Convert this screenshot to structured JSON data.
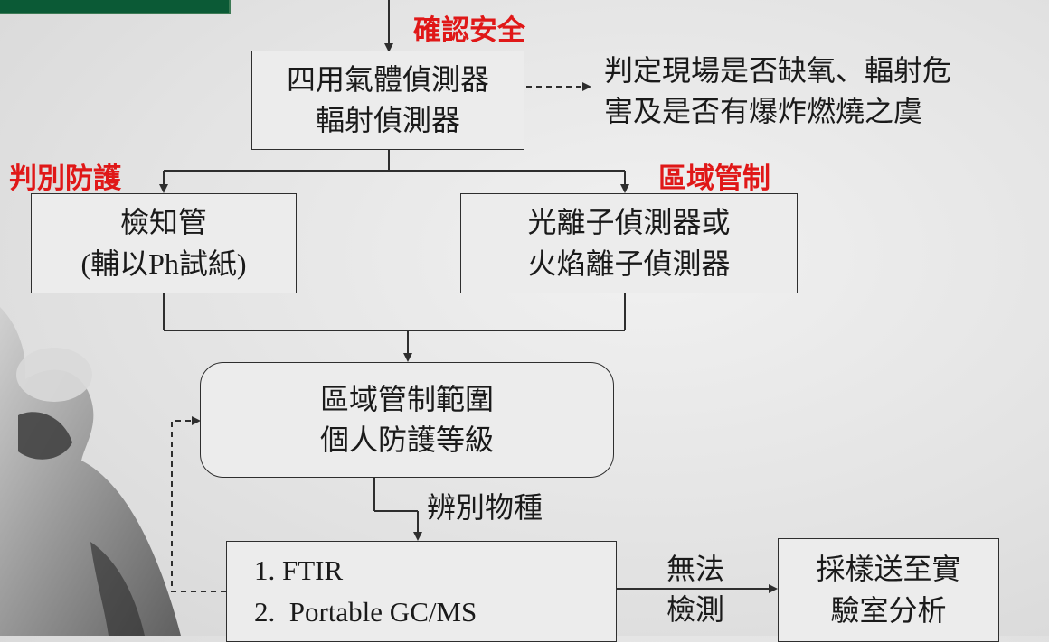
{
  "labels": {
    "confirm_safety": "確認安全",
    "identify_protection": "判別防護",
    "zone_control": "區域管制",
    "identify_substance": "辨別物種"
  },
  "nodes": {
    "gas_detector": [
      "四用氣體偵測器",
      "輻射偵測器"
    ],
    "hazard_note": [
      "判定現場是否缺氧、輻射危",
      "害及是否有爆炸燃燒之虞"
    ],
    "detector_tube": [
      "檢知管",
      "(輔以Ph試紙)"
    ],
    "ion_detector": [
      "光離子偵測器或",
      "火焰離子偵測器"
    ],
    "zone_level": [
      "區域管制範圍",
      "個人防護等級"
    ],
    "instruments": [
      "1. FTIR",
      "2.  Portable GC/MS"
    ],
    "cannot_detect": [
      "無法",
      "檢測"
    ],
    "lab_analysis": [
      "採樣送至實",
      "驗室分析"
    ]
  },
  "colors": {
    "label_red": "#e01818",
    "banner_green": "#0b5a36",
    "line": "#2e2e2e"
  }
}
